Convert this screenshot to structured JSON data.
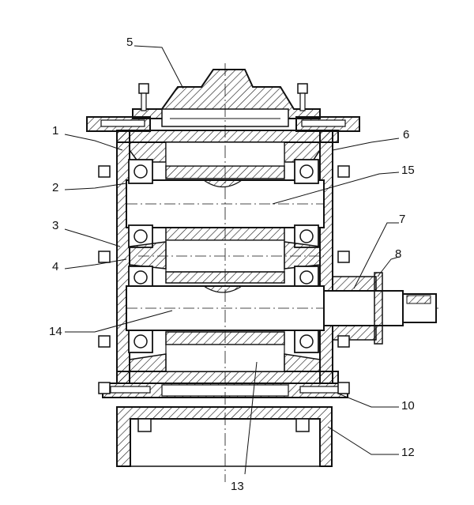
{
  "figure": {
    "colors": {
      "ink": "#111111",
      "paper": "#ffffff"
    },
    "callouts": [
      {
        "id": "1",
        "label": "1"
      },
      {
        "id": "2",
        "label": "2"
      },
      {
        "id": "3",
        "label": "3"
      },
      {
        "id": "4",
        "label": "4"
      },
      {
        "id": "5",
        "label": "5"
      },
      {
        "id": "6",
        "label": "6"
      },
      {
        "id": "7",
        "label": "7"
      },
      {
        "id": "8",
        "label": "8"
      },
      {
        "id": "10",
        "label": "10"
      },
      {
        "id": "12",
        "label": "12"
      },
      {
        "id": "13",
        "label": "13"
      },
      {
        "id": "14",
        "label": "14"
      },
      {
        "id": "15",
        "label": "15"
      }
    ]
  }
}
